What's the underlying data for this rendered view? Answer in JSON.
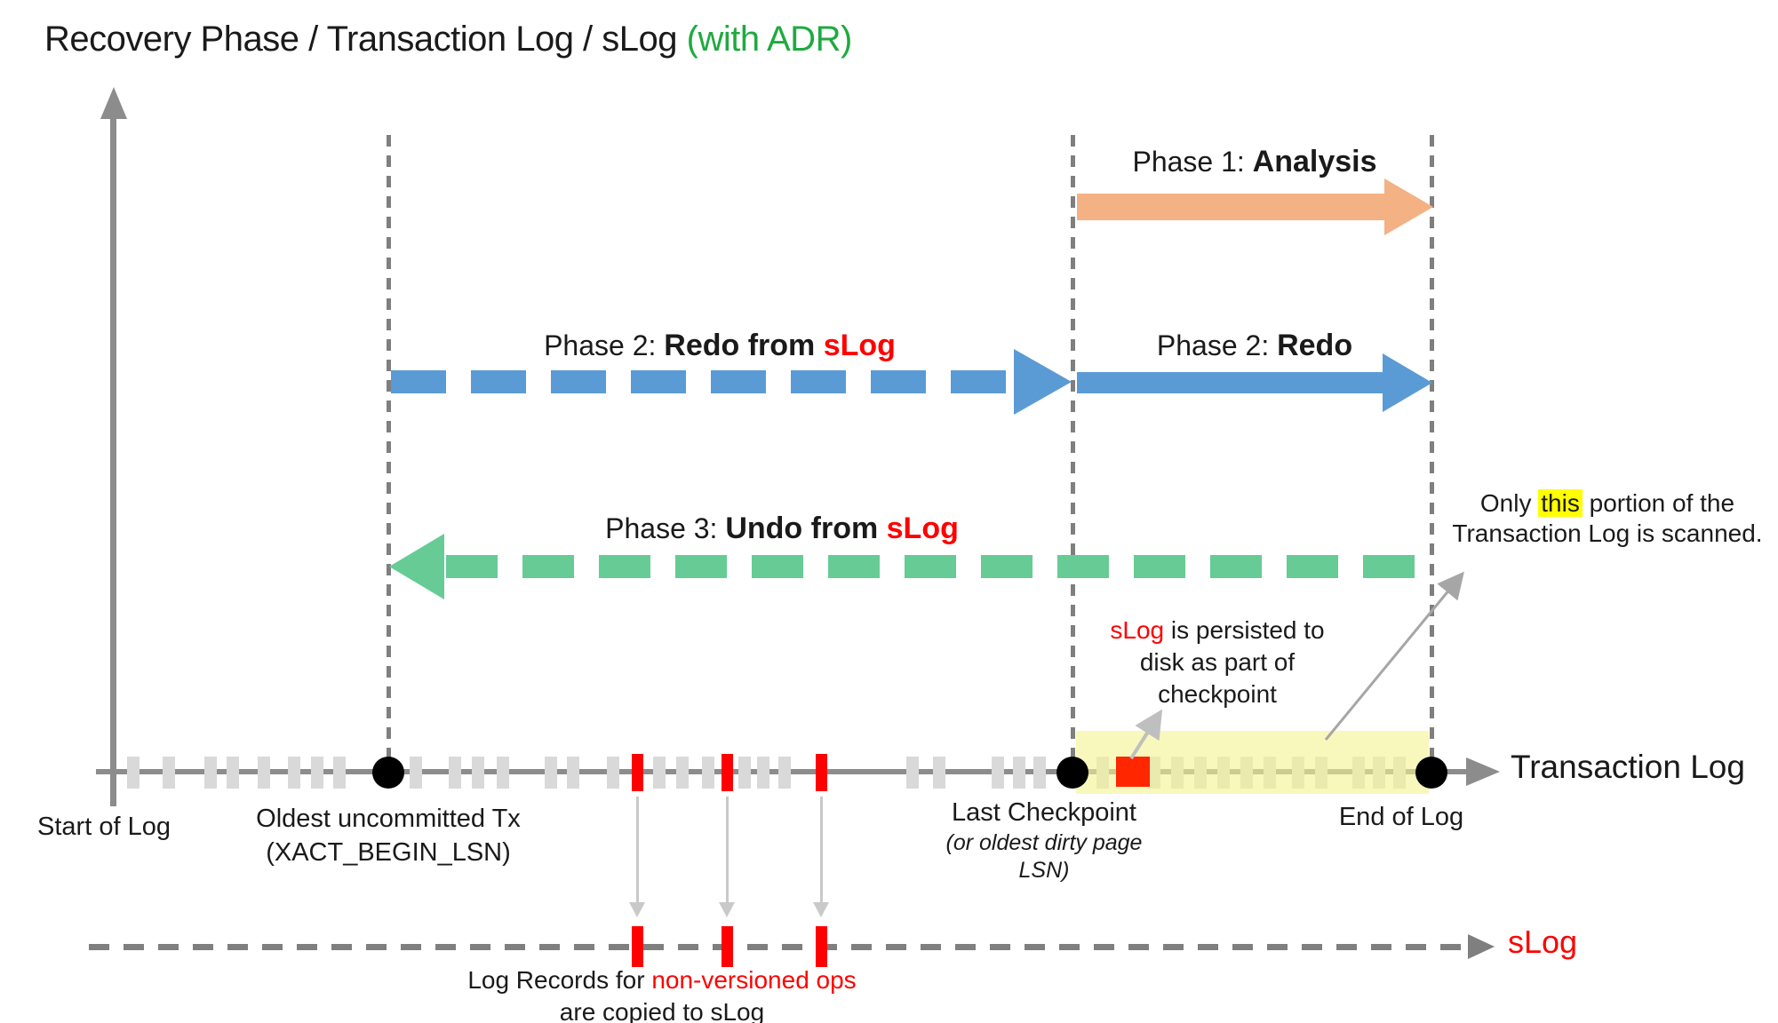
{
  "title": {
    "main": "Recovery Phase / Transaction Log / sLog ",
    "suffix": "(with ADR)"
  },
  "colors": {
    "accent_green_title": "#1FAA3F",
    "phase1_orange": "#F4B183",
    "phase2_blue": "#5B9BD5",
    "phase3_green": "#66CB95",
    "red": "#FF0000",
    "red_square": "#FF2600",
    "scan_band_yellow": "#F3F394",
    "highlight_yellow": "#FFFF00",
    "axis_gray": "#8C8C8C",
    "tick_gray": "#D9D9D9"
  },
  "phases": {
    "phase1": {
      "prefix": "Phase 1: ",
      "bold": "Analysis"
    },
    "phase2_slog": {
      "prefix": "Phase 2: ",
      "bold": "Redo from ",
      "red": "sLog"
    },
    "phase2": {
      "prefix": "Phase 2: ",
      "bold": "Redo"
    },
    "phase3": {
      "prefix": "Phase 3: ",
      "bold": "Undo from ",
      "red": "sLog"
    }
  },
  "timeline": {
    "label": "Transaction Log",
    "start_label": "Start of Log",
    "oldest_tx_line1": "Oldest uncommitted Tx",
    "oldest_tx_line2": "(XACT_BEGIN_LSN)",
    "checkpoint_label": "Last Checkpoint",
    "checkpoint_sub1": "(or oldest dirty page",
    "checkpoint_sub2": "LSN)",
    "end_label": "End of Log",
    "gray_ticks": [
      150,
      190,
      237,
      262,
      297,
      331,
      357,
      382,
      468,
      512,
      538,
      566,
      620,
      645,
      690,
      742,
      768,
      797,
      838,
      859,
      883,
      1027,
      1057,
      1123,
      1147,
      1170
    ],
    "band_ticks": [
      1241,
      1299,
      1325,
      1351,
      1377,
      1403,
      1429,
      1461,
      1487,
      1529,
      1552,
      1575
    ],
    "red_ticks": [
      717,
      818,
      924
    ],
    "dots": [
      437,
      1207,
      1611
    ]
  },
  "slog": {
    "label": "sLog",
    "note_line1_black": "Log Records for ",
    "note_line1_red": "non-versioned ops",
    "note_line2": "are copied to sLog"
  },
  "annotations": {
    "persist_red": "sLog",
    "persist_line1_rest": " is persisted to",
    "persist_line2": "disk as part of",
    "persist_line3": "checkpoint",
    "scan_before": "Only ",
    "scan_highlight": "this",
    "scan_after": " portion of the",
    "scan_line2": "Transaction Log is scanned."
  }
}
